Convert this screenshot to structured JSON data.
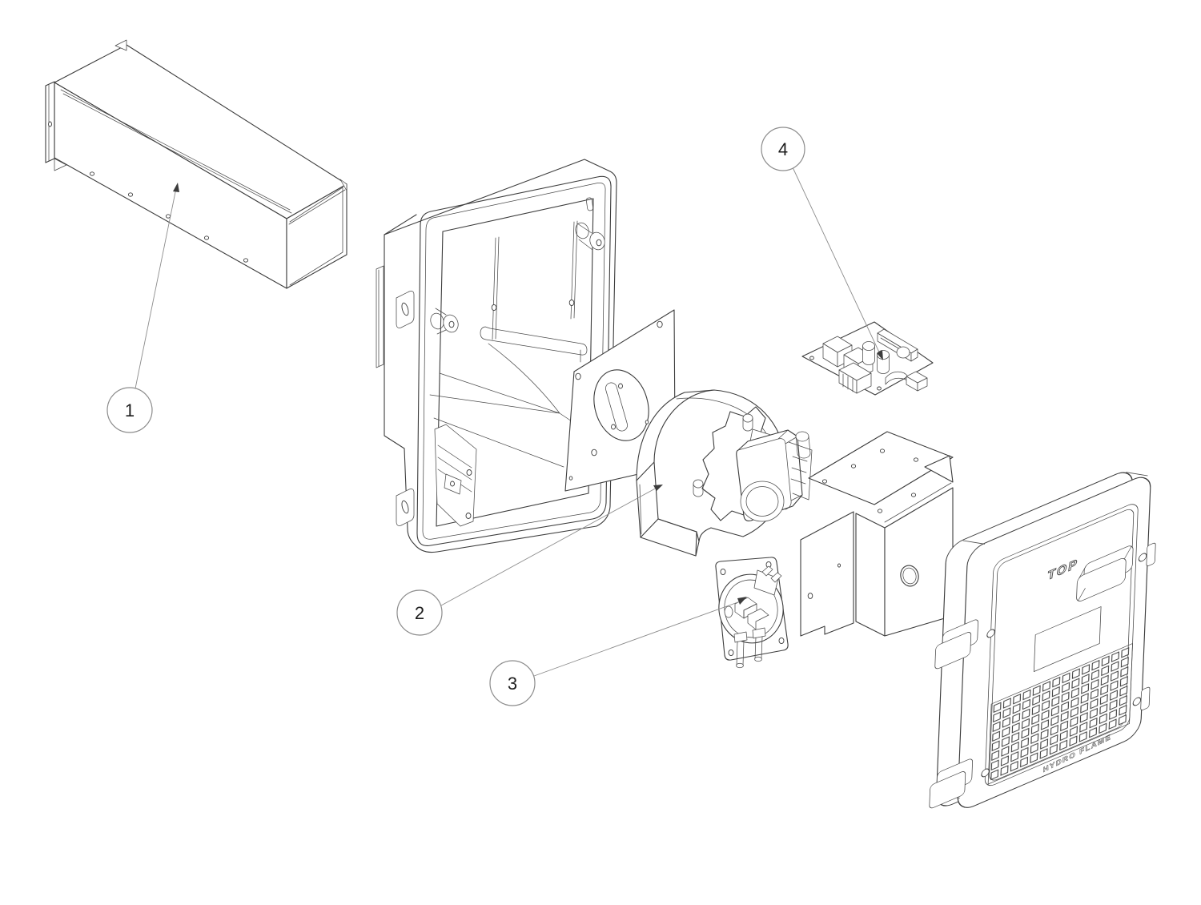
{
  "diagram": {
    "background_color": "#ffffff",
    "line_color": "#3c3c3c",
    "callouts": [
      {
        "number": "1"
      },
      {
        "number": "2"
      },
      {
        "number": "3"
      },
      {
        "number": "4"
      }
    ],
    "door_markings": {
      "top_label": "TOP",
      "brand_text": "HYDRO FLAME"
    }
  }
}
